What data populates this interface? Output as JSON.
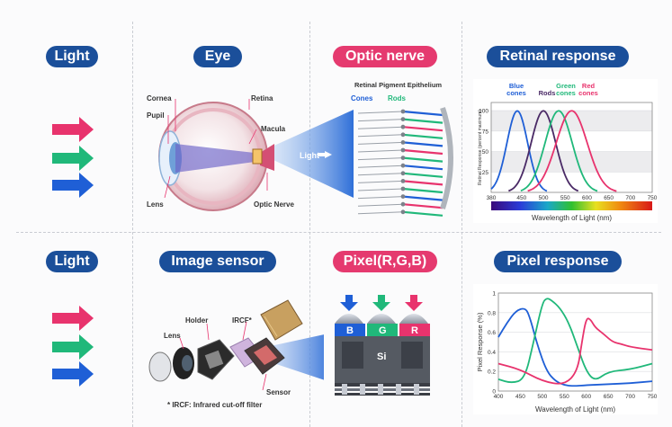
{
  "top": {
    "light_label": "Light",
    "eye_label": "Eye",
    "optic_label": "Optic nerve",
    "retinal_label": "Retinal response",
    "eye_parts": {
      "cornea": "Cornea",
      "pupil": "Pupil",
      "retina": "Retina",
      "macula": "Macula",
      "lens": "Lens",
      "optic_nerve": "Optic Nerve"
    },
    "nerve_parts": {
      "rpe": "Retinal Pigment Epithelium",
      "cones": "Cones",
      "rods": "Rods",
      "light": "Light"
    }
  },
  "bottom": {
    "light_label": "Light",
    "sensor_label": "Image sensor",
    "pixel_label": "Pixel(R,G,B)",
    "response_label": "Pixel response",
    "sensor_parts": {
      "lens": "Lens",
      "holder": "Holder",
      "ircf": "IRCF*",
      "sensor": "Sensor",
      "footnote": "* IRCF: Infrared cut-off filter"
    },
    "pixel_parts": {
      "b": "B",
      "g": "G",
      "r": "R",
      "si": "Si"
    }
  },
  "colors": {
    "red": "#e8336d",
    "green": "#20b87a",
    "blue": "#1f5fd6",
    "navy": "#1b4f9a",
    "pink": "#e53a6f",
    "rods": "#4a2a66"
  },
  "chart_data": [
    {
      "type": "line",
      "title": "",
      "xlabel": "Wavelength of Light (nm)",
      "ylabel": "Retinal Response (percent maximum)",
      "xlim": [
        380,
        750
      ],
      "ylim": [
        0,
        110
      ],
      "xticks": [
        380,
        450,
        500,
        550,
        600,
        650,
        700,
        750
      ],
      "yticks": [
        25,
        50,
        75,
        100
      ],
      "series": [
        {
          "name": "Blue cones",
          "color": "#1f5fd6",
          "peak": 440,
          "width": 32,
          "x": [
            380,
            400,
            420,
            440,
            460,
            480,
            500,
            520
          ],
          "y": [
            15,
            55,
            90,
            100,
            88,
            55,
            20,
            3
          ]
        },
        {
          "name": "Rods",
          "color": "#4a2a66",
          "peak": 500,
          "width": 38,
          "x": [
            420,
            440,
            460,
            480,
            500,
            520,
            540,
            560,
            580,
            600
          ],
          "y": [
            3,
            15,
            40,
            80,
            100,
            85,
            55,
            25,
            8,
            2
          ]
        },
        {
          "name": "Green cones",
          "color": "#20b87a",
          "peak": 535,
          "width": 42,
          "x": [
            440,
            460,
            480,
            500,
            520,
            540,
            560,
            580,
            600,
            620,
            640
          ],
          "y": [
            3,
            10,
            30,
            60,
            90,
            100,
            85,
            55,
            25,
            8,
            2
          ]
        },
        {
          "name": "Red cones",
          "color": "#e8336d",
          "peak": 565,
          "width": 48,
          "x": [
            460,
            480,
            500,
            520,
            540,
            560,
            580,
            600,
            620,
            640,
            660,
            680
          ],
          "y": [
            3,
            8,
            20,
            40,
            65,
            90,
            100,
            85,
            55,
            25,
            8,
            2
          ]
        }
      ],
      "spectrum_bar": true
    },
    {
      "type": "line",
      "title": "",
      "xlabel": "Wavelength of Light (nm)",
      "ylabel": "Pixel Response (%)",
      "xlim": [
        400,
        750
      ],
      "ylim": [
        0,
        1
      ],
      "xticks": [
        400,
        450,
        500,
        550,
        600,
        650,
        700,
        750
      ],
      "yticks": [
        0,
        0.2,
        0.4,
        0.6,
        0.8,
        1
      ],
      "series": [
        {
          "name": "",
          "color": "#1f5fd6",
          "x": [
            400,
            420,
            440,
            460,
            470,
            490,
            510,
            530,
            550,
            570,
            600,
            650,
            700,
            750
          ],
          "y": [
            0.55,
            0.7,
            0.82,
            0.85,
            0.78,
            0.45,
            0.2,
            0.1,
            0.06,
            0.05,
            0.06,
            0.07,
            0.08,
            0.1
          ]
        },
        {
          "name": "",
          "color": "#20b87a",
          "x": [
            400,
            430,
            460,
            480,
            500,
            510,
            520,
            540,
            560,
            580,
            600,
            620,
            650,
            700,
            750
          ],
          "y": [
            0.12,
            0.08,
            0.12,
            0.5,
            0.9,
            0.95,
            0.93,
            0.85,
            0.7,
            0.45,
            0.2,
            0.1,
            0.2,
            0.22,
            0.28
          ]
        },
        {
          "name": "",
          "color": "#e8336d",
          "x": [
            400,
            450,
            500,
            550,
            580,
            590,
            600,
            610,
            620,
            640,
            660,
            680,
            700,
            750
          ],
          "y": [
            0.28,
            0.22,
            0.1,
            0.06,
            0.2,
            0.5,
            0.75,
            0.73,
            0.65,
            0.58,
            0.5,
            0.48,
            0.45,
            0.42
          ]
        }
      ]
    }
  ]
}
